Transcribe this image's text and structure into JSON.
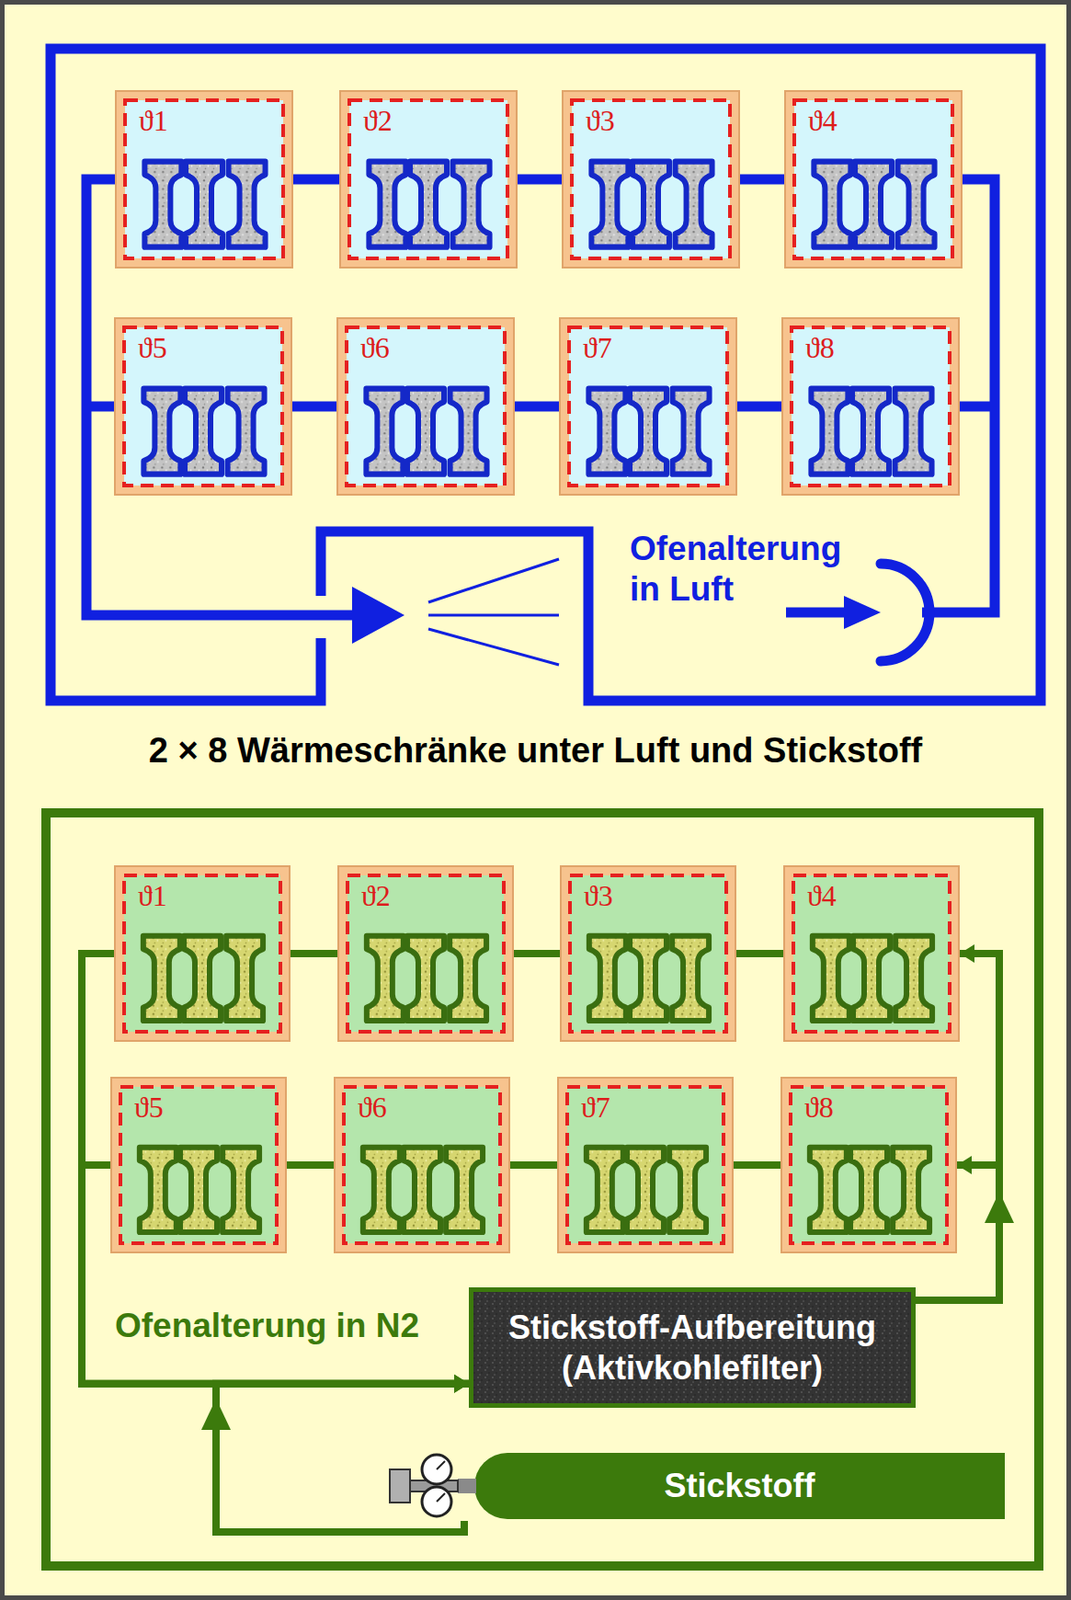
{
  "diagram": {
    "title": "2 × 8 Wärmeschränke unter Luft und Stickstoff",
    "nodes": [
      {
        "text": [
          "Ofenalterung in Luft"
        ]
      },
      {
        "text": [
          "ϑ1"
        ],
        "in": 0
      },
      {
        "text": [
          "ϑ2"
        ],
        "in": 0
      },
      {
        "text": [
          "ϑ3"
        ],
        "in": 0
      },
      {
        "text": [
          "ϑ4"
        ],
        "in": 0
      },
      {
        "text": [
          "ϑ5"
        ],
        "in": 0
      },
      {
        "text": [
          "ϑ6"
        ],
        "in": 0
      },
      {
        "text": [
          "ϑ7"
        ],
        "in": 0
      },
      {
        "text": [
          "ϑ8"
        ],
        "in": 0
      },
      {
        "text": [
          "Ofenalterung in N2"
        ]
      },
      {
        "text": [
          "ϑ1"
        ],
        "in": 9
      },
      {
        "text": [
          "ϑ2"
        ],
        "in": 9
      },
      {
        "text": [
          "ϑ3"
        ],
        "in": 9
      },
      {
        "text": [
          "ϑ4"
        ],
        "in": 9
      },
      {
        "text": [
          "ϑ5"
        ],
        "in": 9
      },
      {
        "text": [
          "ϑ6"
        ],
        "in": 9
      },
      {
        "text": [
          "ϑ7"
        ],
        "in": 9
      },
      {
        "text": [
          "ϑ8"
        ],
        "in": 9
      },
      {
        "text": [
          "Stickstoff-Aufbereitung (Aktivkohlefilter)"
        ],
        "in": 9
      },
      {
        "text": [
          "Stickstoff"
        ],
        "in": 9
      }
    ],
    "edges": [
      {
        "from": 1,
        "to": 2,
        "arrow": "none"
      },
      {
        "from": 2,
        "to": 3,
        "arrow": "none"
      },
      {
        "from": 3,
        "to": 4,
        "arrow": "none"
      },
      {
        "from": 5,
        "to": 6,
        "arrow": "none"
      },
      {
        "from": 6,
        "to": 7,
        "arrow": "none"
      },
      {
        "from": 7,
        "to": 8,
        "arrow": "none"
      },
      {
        "from": 10,
        "to": 11,
        "arrow": "none"
      },
      {
        "from": 11,
        "to": 12,
        "arrow": "none"
      },
      {
        "from": 12,
        "to": 13,
        "arrow": "none"
      },
      {
        "from": 14,
        "to": 15,
        "arrow": "none"
      },
      {
        "from": 15,
        "to": 16,
        "arrow": "none"
      },
      {
        "from": 16,
        "to": 17,
        "arrow": "none"
      },
      {
        "from": 10,
        "to": 18,
        "arrow": "to"
      },
      {
        "from": 14,
        "to": 18,
        "arrow": "to"
      },
      {
        "from": 19,
        "to": 18,
        "arrow": "to"
      },
      {
        "from": 18,
        "to": 13,
        "arrow": "to"
      },
      {
        "from": 18,
        "to": 17,
        "arrow": "to"
      }
    ]
  }
}
